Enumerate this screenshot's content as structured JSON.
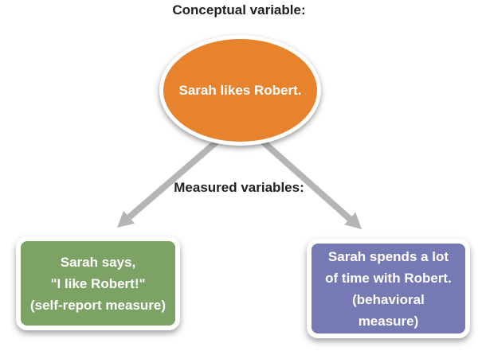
{
  "title": "Conceptual variable:",
  "conceptual_node": {
    "label": "Sarah likes Robert.",
    "color": "#e8832d"
  },
  "measured_label": "Measured variables:",
  "measured_nodes": [
    {
      "name": "self-report",
      "lines": [
        "Sarah says,",
        "\"I like Robert!\"",
        "(self-report measure)"
      ],
      "color": "#7ca365"
    },
    {
      "name": "behavioral",
      "lines": [
        "Sarah spends a lot",
        "of time with Robert.",
        "(behavioral",
        "measure)"
      ],
      "color": "#767ab4"
    }
  ],
  "arrow_color": "#b5b5b8",
  "text_color": "#231f20"
}
